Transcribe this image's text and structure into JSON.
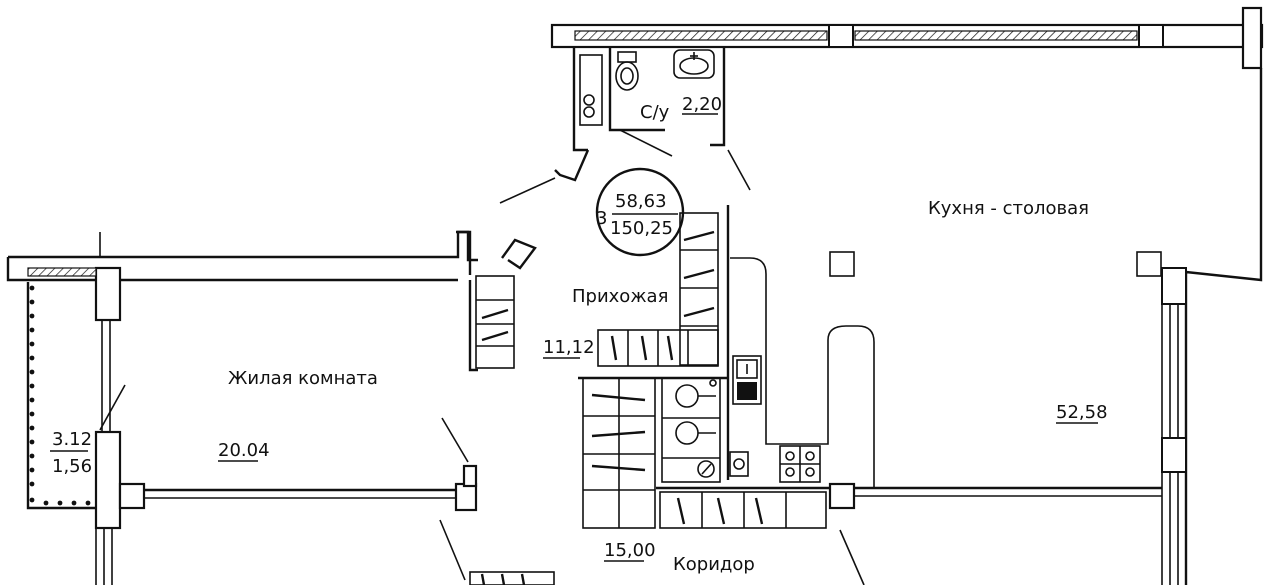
{
  "apartment": {
    "rooms_count": "3",
    "living_area": "58,63",
    "total_area": "150,25"
  },
  "rooms": {
    "bathroom": {
      "name": "С/у",
      "area": "2,20"
    },
    "kitchen": {
      "name": "Кухня - столовая",
      "area": "52,58"
    },
    "hall": {
      "name": "Прихожая",
      "area": "11,12"
    },
    "living": {
      "name": "Жилая комната",
      "area": "20.04"
    },
    "balcony": {
      "area_top": "3.12",
      "area_bottom": "1,56"
    },
    "corridor": {
      "name": "Коридор",
      "area": "15,00"
    }
  }
}
